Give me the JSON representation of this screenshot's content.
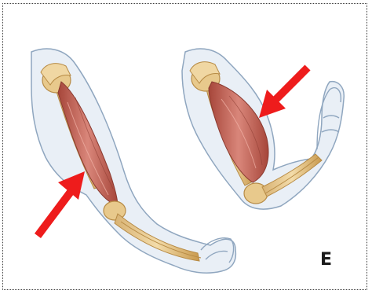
{
  "figure": {
    "panel_label": "E",
    "colors": {
      "skin_outline": "#8fa6bf",
      "skin_fill": "#e9eff6",
      "bone": "#e8c98c",
      "bone_shade": "#c99a4e",
      "muscle": "#c46a5c",
      "muscle_dark": "#9c4136",
      "arrow": "#ee1c1c"
    },
    "arrows": [
      {
        "points_to": "biceps-relaxed-extended-arm"
      },
      {
        "points_to": "biceps-contracted-flexed-arm"
      }
    ]
  }
}
